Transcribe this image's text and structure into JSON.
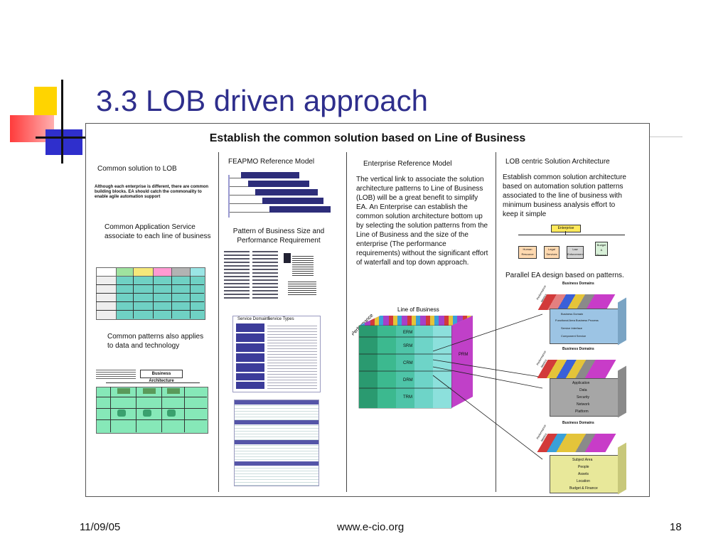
{
  "slide": {
    "title": "3.3 LOB driven approach",
    "footer": {
      "date": "11/09/05",
      "url": "www.e-cio.org",
      "page": "18"
    }
  },
  "figure": {
    "heading": "Establish the common solution based on Line of Business",
    "col1": {
      "header": "Common solution to LOB",
      "small_note": "Although each enterprise is different, there are common building blocks. EA should catch the commonality to enable agile automation support",
      "app_service": "Common Application Service associate to each line of business",
      "patterns_note": "Common patterns also applies to data and technology",
      "mini_label": "Business Architecture"
    },
    "col2": {
      "header": "FEAPMO Reference Model",
      "pattern_text": "Pattern of Business Size and Performance Requirement",
      "service_headers": [
        "Service Domains",
        "Service Types"
      ],
      "services": [
        "Customer Services",
        "Process Automation",
        "Business Management Services",
        "Digital Asset Services",
        "Business Analytical Services",
        "Back Office Services",
        "Support Services"
      ]
    },
    "col3": {
      "header": "Enterprise Reference Model",
      "body": "The vertical link to associate the solution architecture patterns to Line of Business (LOB) will be a great benefit to simplify EA. An Enterprise can establish the common solution architecture bottom up by selecting the solution patterns from the Line of Business and the size of the enterprise (The performance requirements) without the significant effort of waterfall and top down approach.",
      "cube_top_label": "Line of Business",
      "cube_side_label": "Performance",
      "cube_rows": [
        "ERM",
        "SRM",
        "CRM",
        "DRM",
        "TRM"
      ],
      "cube_right_label": "PRM"
    },
    "col4": {
      "header": "LOB centric Solution Architecture",
      "body": "Establish common solution architecture based on automation solution patterns associated to the line of business with minimum business analysis effort to keep it simple",
      "org_root": "Enterprise",
      "org_children": [
        "Human Resource",
        "Legal Services",
        "Law Enforcement",
        "Budget & Finance"
      ],
      "parallel": "Parallel EA design based on patterns.",
      "block1": {
        "label": "Business Domains",
        "side": "Performance Metrics",
        "rows": [
          "Business Domain",
          "Functional Area Business Process",
          "Service Interface",
          "Component Service"
        ]
      },
      "block2": {
        "label": "Business Domains",
        "side": "Performance Metrics",
        "rows": [
          "Application",
          "Data",
          "Security",
          "Network",
          "Platform"
        ]
      },
      "block3": {
        "label": "Business Domains",
        "side": "Performance Metrics",
        "rows": [
          "Subject Area",
          "People",
          "Assets",
          "Location",
          "Budget & Finance"
        ]
      }
    }
  },
  "colors": {
    "title": "#2e2e8c",
    "cube_front": "#3cb98f",
    "cube_top": "#c83c8c",
    "block_blue": "#9cc4e4",
    "block_gray": "#a6a6a6",
    "block_yellow": "#e8e89a"
  }
}
